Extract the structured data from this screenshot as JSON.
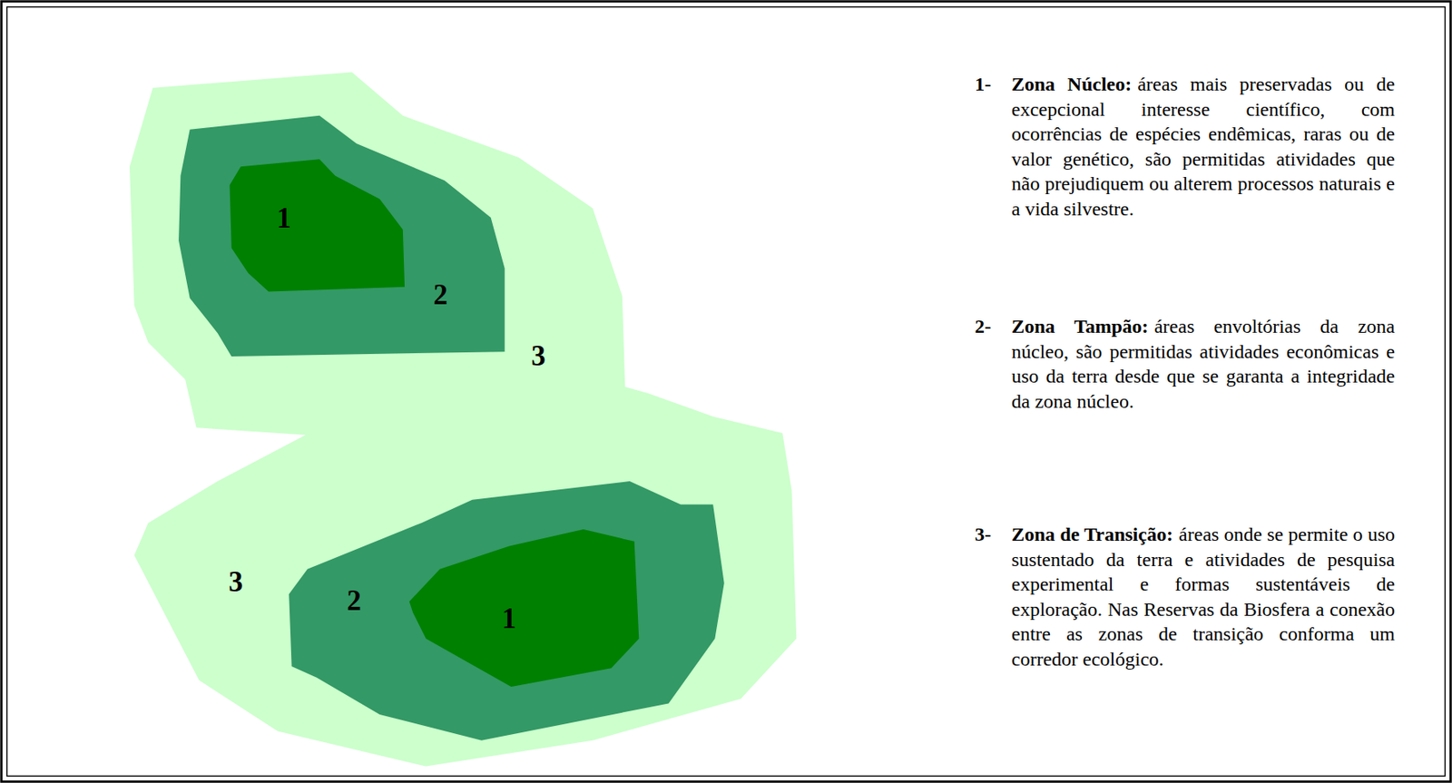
{
  "diagram": {
    "labels": [
      "1",
      "2",
      "3",
      "3",
      "2",
      "1",
      "1-",
      "Zona Núcleo:",
      "áreas mais preservadas ou de excepcional interesse científico, com ocorrências de espécies endêmicas, raras ou de valor genético, são permitidas atividades que não prejudiquem ou alterem processos naturais e a vida silvestre.",
      "2-",
      "Zona Tampão:",
      "áreas envoltórias da zona núcleo, são permitidas atividades econômicas e uso da terra desde que se garanta a integridade da zona núcleo.",
      "3-",
      "Zona de Transição:",
      "áreas onde se permite o uso sustentado da terra e atividades de pesquisa experimental e formas sustentáveis de exploração. Nas Reservas da Biosfera a conexão entre as zonas de transição conforma um corredor ecológico."
    ]
  }
}
